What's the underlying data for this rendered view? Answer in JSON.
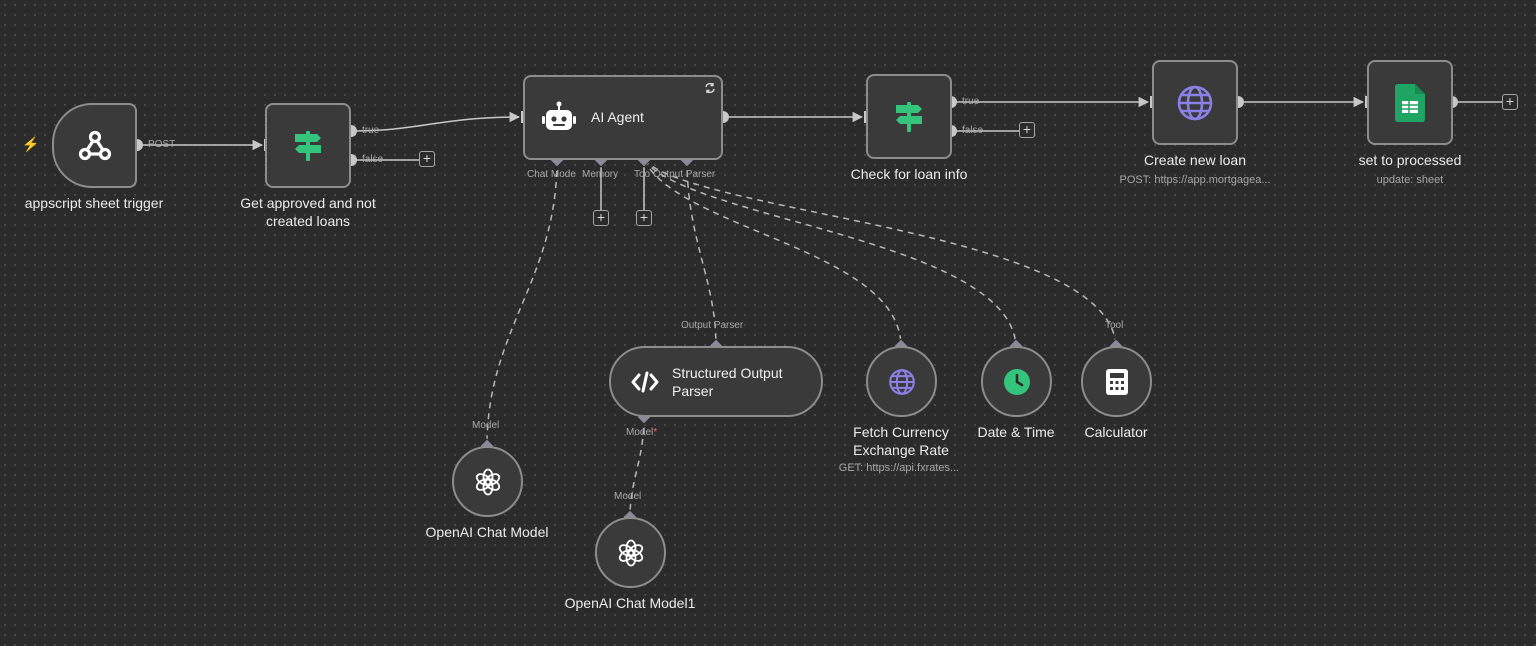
{
  "nodes": {
    "trigger": {
      "title": "appscript sheet trigger"
    },
    "if1": {
      "title": "Get approved and not created loans"
    },
    "agent": {
      "title": "AI Agent"
    },
    "if2": {
      "title": "Check for loan info"
    },
    "http": {
      "title": "Create new loan",
      "subtitle": "POST: https://app.mortgagea..."
    },
    "sheets": {
      "title": "set to processed",
      "subtitle": "update: sheet"
    },
    "parser": {
      "title_line1": "Structured Output",
      "title_line2": "Parser"
    },
    "fx": {
      "title_line1": "Fetch Currency",
      "title_line2": "Exchange Rate",
      "subtitle": "GET: https://api.fxrates..."
    },
    "datetime": {
      "title": "Date & Time"
    },
    "calc": {
      "title": "Calculator"
    },
    "openai1": {
      "title": "OpenAI Chat Model"
    },
    "openai2": {
      "title": "OpenAI Chat Model1"
    }
  },
  "ports": {
    "post": "POST",
    "true1": "true",
    "false1": "false",
    "true2": "true",
    "false2": "false",
    "chat_model": "Chat Mode",
    "memory": "Memory",
    "tool": "Too",
    "output_parser": "Output Parser",
    "parser_in": "Output Parser",
    "parser_model": "Model",
    "required_mark": "*",
    "fx_tool": "Tool",
    "model1": "Model",
    "model2": "Model"
  },
  "colors": {
    "accent_green": "#35c47c",
    "accent_purple": "#8b80e6",
    "trigger_bolt": "#ff6d5a",
    "sheets_green": "#1fa463"
  },
  "icons": {
    "trigger": "webhook-icon",
    "if": "signpost-icon",
    "agent": "robot-icon",
    "http": "globe-icon",
    "sheets": "google-sheets-icon",
    "parser": "code-icon",
    "datetime": "clock-icon",
    "calc": "calculator-icon",
    "openai": "openai-icon",
    "refresh": "refresh-icon"
  },
  "symbols": {
    "plus": "+",
    "bolt": "⚡"
  }
}
